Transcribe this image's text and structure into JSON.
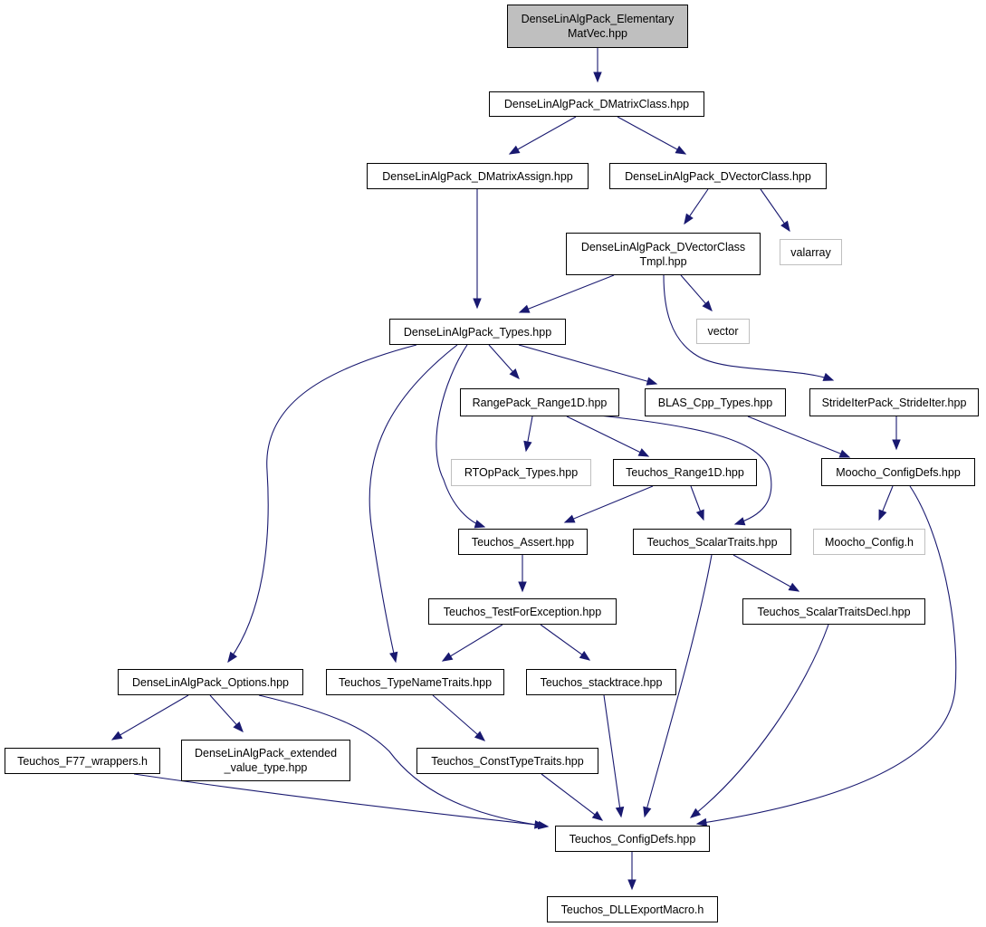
{
  "graph": {
    "colors": {
      "edge": "#191970",
      "root_fill": "#bfbfbf",
      "external_border": "#bfbfbf"
    },
    "nodes": [
      {
        "id": "n_elementary",
        "label": "DenseLinAlgPack_Elementary\nMatVec.hpp",
        "kind": "root"
      },
      {
        "id": "n_dmatrixclass",
        "label": "DenseLinAlgPack_DMatrixClass.hpp"
      },
      {
        "id": "n_dmatrixassign",
        "label": "DenseLinAlgPack_DMatrixAssign.hpp"
      },
      {
        "id": "n_dvectorclass",
        "label": "DenseLinAlgPack_DVectorClass.hpp"
      },
      {
        "id": "n_dvectorclasstmpl",
        "label": "DenseLinAlgPack_DVectorClass\nTmpl.hpp"
      },
      {
        "id": "n_valarray",
        "label": "valarray",
        "kind": "external"
      },
      {
        "id": "n_vector",
        "label": "vector",
        "kind": "external"
      },
      {
        "id": "n_types",
        "label": "DenseLinAlgPack_Types.hpp"
      },
      {
        "id": "n_range1d",
        "label": "RangePack_Range1D.hpp"
      },
      {
        "id": "n_blas",
        "label": "BLAS_Cpp_Types.hpp"
      },
      {
        "id": "n_strideiter",
        "label": "StrideIterPack_StrideIter.hpp"
      },
      {
        "id": "n_rtoptypes",
        "label": "RTOpPack_Types.hpp",
        "kind": "external"
      },
      {
        "id": "n_teuchos_range1d",
        "label": "Teuchos_Range1D.hpp"
      },
      {
        "id": "n_moocho_configdefs",
        "label": "Moocho_ConfigDefs.hpp"
      },
      {
        "id": "n_assert",
        "label": "Teuchos_Assert.hpp"
      },
      {
        "id": "n_scalartraits",
        "label": "Teuchos_ScalarTraits.hpp"
      },
      {
        "id": "n_moocho_config",
        "label": "Moocho_Config.h",
        "kind": "external"
      },
      {
        "id": "n_testforexception",
        "label": "Teuchos_TestForException.hpp"
      },
      {
        "id": "n_scalartraitsdecl",
        "label": "Teuchos_ScalarTraitsDecl.hpp"
      },
      {
        "id": "n_options",
        "label": "DenseLinAlgPack_Options.hpp"
      },
      {
        "id": "n_typenametraits",
        "label": "Teuchos_TypeNameTraits.hpp"
      },
      {
        "id": "n_stacktrace",
        "label": "Teuchos_stacktrace.hpp"
      },
      {
        "id": "n_f77",
        "label": "Teuchos_F77_wrappers.h"
      },
      {
        "id": "n_extended",
        "label": "DenseLinAlgPack_extended\n_value_type.hpp"
      },
      {
        "id": "n_consttypetraits",
        "label": "Teuchos_ConstTypeTraits.hpp"
      },
      {
        "id": "n_teuchos_configdefs",
        "label": "Teuchos_ConfigDefs.hpp"
      },
      {
        "id": "n_dllexport",
        "label": "Teuchos_DLLExportMacro.h"
      }
    ],
    "edges": [
      {
        "from": "n_elementary",
        "to": "n_dmatrixclass"
      },
      {
        "from": "n_dmatrixclass",
        "to": "n_dmatrixassign"
      },
      {
        "from": "n_dmatrixclass",
        "to": "n_dvectorclass"
      },
      {
        "from": "n_dmatrixassign",
        "to": "n_types"
      },
      {
        "from": "n_dvectorclass",
        "to": "n_dvectorclasstmpl"
      },
      {
        "from": "n_dvectorclass",
        "to": "n_valarray"
      },
      {
        "from": "n_dvectorclasstmpl",
        "to": "n_types"
      },
      {
        "from": "n_dvectorclasstmpl",
        "to": "n_vector"
      },
      {
        "from": "n_dvectorclasstmpl",
        "to": "n_strideiter"
      },
      {
        "from": "n_types",
        "to": "n_range1d"
      },
      {
        "from": "n_types",
        "to": "n_blas"
      },
      {
        "from": "n_types",
        "to": "n_assert"
      },
      {
        "from": "n_types",
        "to": "n_options"
      },
      {
        "from": "n_types",
        "to": "n_typenametraits"
      },
      {
        "from": "n_range1d",
        "to": "n_rtoptypes"
      },
      {
        "from": "n_range1d",
        "to": "n_teuchos_range1d"
      },
      {
        "from": "n_range1d",
        "to": "n_scalartraits"
      },
      {
        "from": "n_blas",
        "to": "n_moocho_configdefs"
      },
      {
        "from": "n_strideiter",
        "to": "n_moocho_configdefs"
      },
      {
        "from": "n_teuchos_range1d",
        "to": "n_assert"
      },
      {
        "from": "n_teuchos_range1d",
        "to": "n_scalartraits"
      },
      {
        "from": "n_moocho_configdefs",
        "to": "n_moocho_config"
      },
      {
        "from": "n_moocho_configdefs",
        "to": "n_teuchos_configdefs"
      },
      {
        "from": "n_assert",
        "to": "n_testforexception"
      },
      {
        "from": "n_testforexception",
        "to": "n_typenametraits"
      },
      {
        "from": "n_testforexception",
        "to": "n_stacktrace"
      },
      {
        "from": "n_scalartraits",
        "to": "n_scalartraitsdecl"
      },
      {
        "from": "n_scalartraits",
        "to": "n_teuchos_configdefs"
      },
      {
        "from": "n_scalartraitsdecl",
        "to": "n_teuchos_configdefs"
      },
      {
        "from": "n_options",
        "to": "n_f77"
      },
      {
        "from": "n_options",
        "to": "n_extended"
      },
      {
        "from": "n_options",
        "to": "n_teuchos_configdefs"
      },
      {
        "from": "n_typenametraits",
        "to": "n_consttypetraits"
      },
      {
        "from": "n_stacktrace",
        "to": "n_teuchos_configdefs"
      },
      {
        "from": "n_f77",
        "to": "n_teuchos_configdefs"
      },
      {
        "from": "n_consttypetraits",
        "to": "n_teuchos_configdefs"
      },
      {
        "from": "n_teuchos_configdefs",
        "to": "n_dllexport"
      }
    ]
  }
}
